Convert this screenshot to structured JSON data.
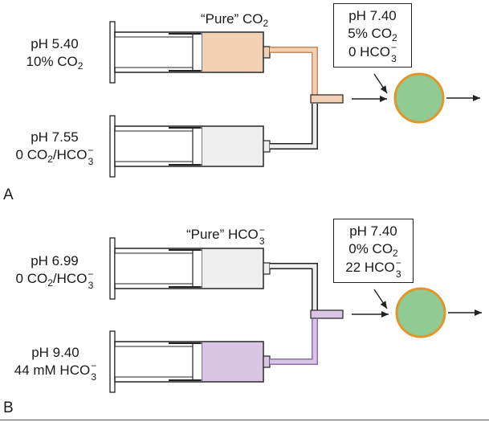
{
  "colors": {
    "co2_fill": "#f2d0b4",
    "co2_line": "#c48d60",
    "neutral_fill": "#efefef",
    "bicarb_fill": "#d9c5e6",
    "bicarb_line": "#8e6fae",
    "cell_fill": "#8fcb93",
    "cell_border": "#e0962b",
    "outline": "#222222"
  },
  "panels": [
    {
      "id": "A",
      "letter": "A",
      "header": {
        "pre": "“Pure” CO",
        "sub": "2"
      },
      "top_syringe": {
        "line1": "pH 5.40",
        "line2_pre": "10% CO",
        "line2_sub": "2"
      },
      "bottom_syringe": {
        "line1": "pH 7.55",
        "line2_pre": "0 CO",
        "line2_sub": "2",
        "line2_mid": "/HCO",
        "line2_sup": "−",
        "line2_sub2": "3"
      },
      "result_box": {
        "line1": "pH 7.40",
        "line2_pre": "5% CO",
        "line2_sub": "2",
        "line3_pre": "0 HCO",
        "line3_sup": "−",
        "line3_sub": "3"
      }
    },
    {
      "id": "B",
      "letter": "B",
      "header": {
        "pre": "“Pure” HCO",
        "sup": "−",
        "sub": "3"
      },
      "top_syringe": {
        "line1": "pH 6.99",
        "line2_pre": "0 CO",
        "line2_sub": "2",
        "line2_mid": "/HCO",
        "line2_sup": "−",
        "line2_sub2": "3"
      },
      "bottom_syringe": {
        "line1": "pH 9.40",
        "line2_pre": "44 mM HCO",
        "line2_sup": "−",
        "line2_sub": "3"
      },
      "result_box": {
        "line1": "pH 7.40",
        "line2_pre": "0% CO",
        "line2_sub": "2",
        "line3_pre": "22 HCO",
        "line3_sup": "−",
        "line3_sub": "3"
      }
    }
  ]
}
